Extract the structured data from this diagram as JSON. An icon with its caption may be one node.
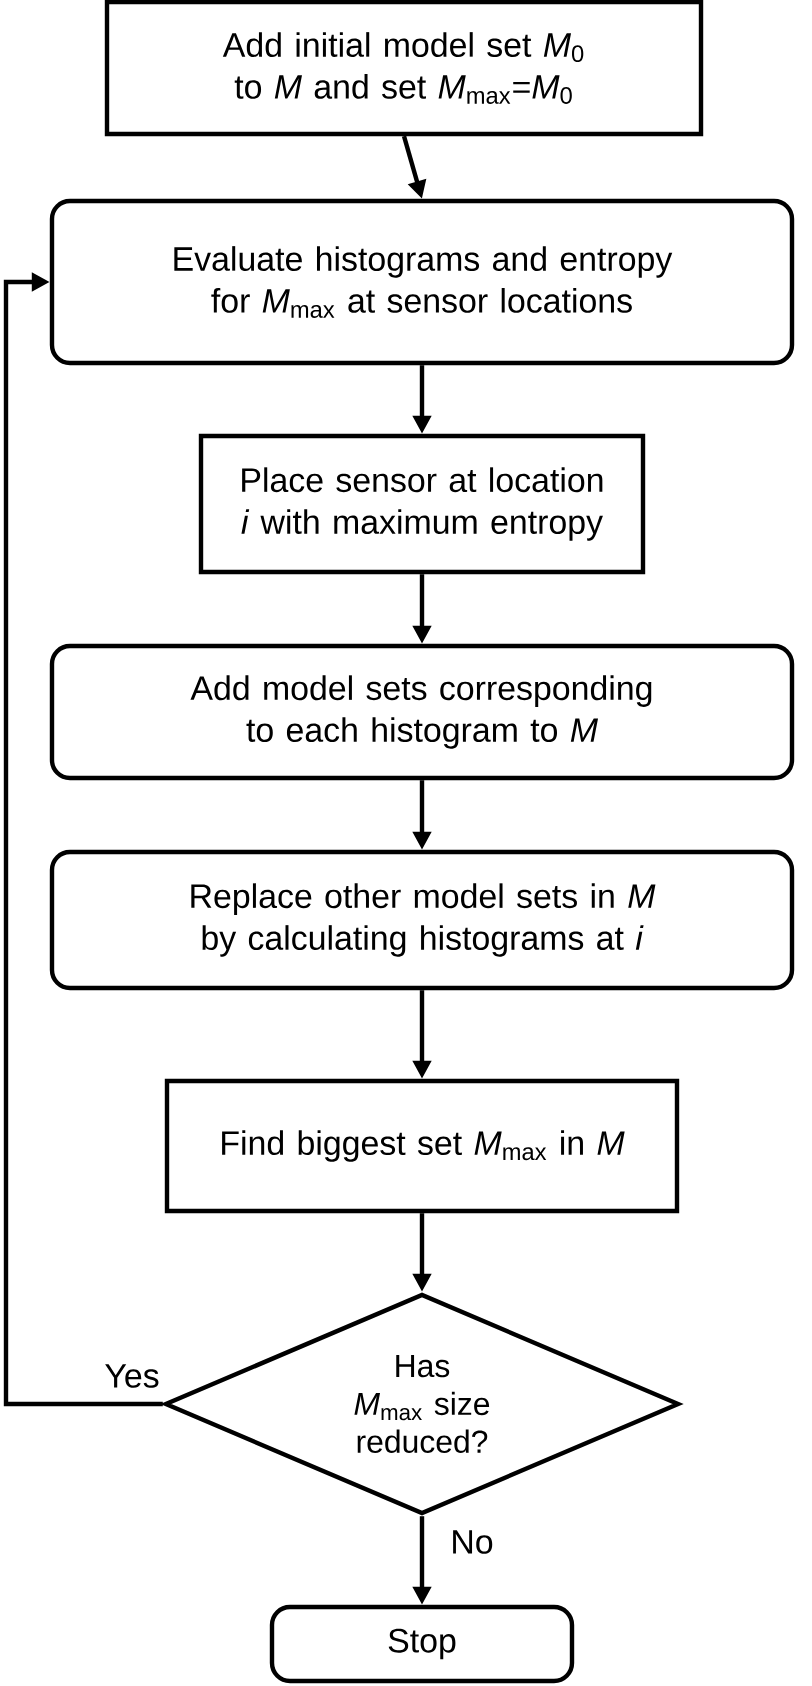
{
  "diagram": {
    "nodes": [
      {
        "text": [
          "Add initial model set *M*$_{0}$ to *M* and set *M*$_{max}$=*M*$_{0}$"
        ]
      },
      {
        "text": [
          "Evaluate histograms and entropy for *M*$_{max}$ at sensor locations"
        ]
      },
      {
        "text": [
          "Place sensor at location *i* with maximum entropy"
        ]
      },
      {
        "text": [
          "Add model sets corresponding to each histogram to *M*"
        ]
      },
      {
        "text": [
          "Replace other model sets in *M* by calculating histograms at *i*"
        ]
      },
      {
        "text": [
          "Find biggest set *M*$_{max}$ in *M*"
        ]
      },
      {
        "text": [
          "Has *M*$_{max}$ size reduced?"
        ]
      },
      {
        "text": [
          "Stop"
        ]
      }
    ],
    "edges": [
      {
        "from": 0,
        "to": 1,
        "arrow": "to"
      },
      {
        "from": 1,
        "to": 2,
        "arrow": "to"
      },
      {
        "from": 2,
        "to": 3,
        "arrow": "to"
      },
      {
        "from": 3,
        "to": 4,
        "arrow": "to"
      },
      {
        "from": 4,
        "to": 5,
        "arrow": "to"
      },
      {
        "from": 5,
        "to": 6,
        "arrow": "to"
      },
      {
        "from": 6,
        "to": 1,
        "arrow": "to",
        "label": "Yes"
      },
      {
        "from": 6,
        "to": 7,
        "arrow": "to",
        "label": "No"
      }
    ]
  }
}
